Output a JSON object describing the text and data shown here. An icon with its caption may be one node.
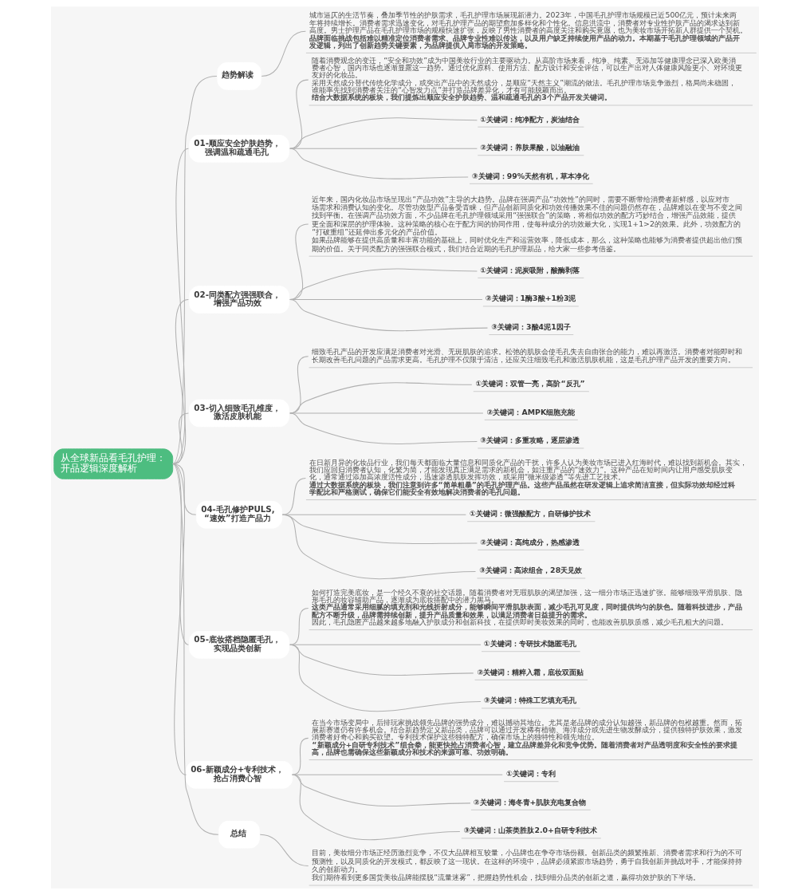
{
  "diagram": {
    "nodes": [
      {
        "text": [
          "从全球新品看毛孔护理：开品逻辑深度解析"
        ]
      },
      {
        "text": [
          "趋势解读"
        ]
      },
      {
        "text": [
          "城市逼仄的生活节奏，叠加季节性的护肤需求，毛孔护理市场展现新潜力。2023年，中国毛孔护理市场规模已近500亿元，预计未来两年将持续增长。消费者需求迅速变化，对毛孔护理产品的期望愈加多样化和个性化。信息洪流中，消费者对专业性护肤产品的渴求达到新高度。男士护理产品在毛孔护理市场的规模快速扩张，反映了男性消费者的高度关注和购买意愿，也为美妆市场开拓新人群提供一个契机。",
          "品牌面临挑战包括难以精准定位消费者需求、品牌专业性难以传达，以及用户缺乏持续使用产品的动力。本期基于毛孔护理领域的产品开发逻辑，列出了创新趋势关键要素，为品牌提供入局市场的开发策略。"
        ]
      },
      {
        "text": [
          "01-顺应安全护肤趋势，强调温和疏通毛孔"
        ]
      },
      {
        "text": [
          "随着消费观念的变迁，“安全和功效”成为中国美妆行业的主要驱动力。从高阶市场来看，纯净、纯素、无添加等健康理念已深入欧美消费者心智，国内市场也逐渐显露这一趋势。通过优化原料、使用方法、配方设计和安全评估，可以生产出对人体健康风险更小、对环境更友好的化妆品。",
          "采用天然成分替代传统化学成分，或突出产品中的天然成分，是顺应“天然主义”潮流的做法。毛孔护理市场竞争激烈，格局尚未稳固，谁能率先找到消费者关注的“心智发力点”并打造品牌差异化，才有可能脱颖而出。",
          "结合大数据系统的板块，我们提炼出顺应安全护肤趋势、温和疏通毛孔的3个产品开发关键词。"
        ]
      },
      {
        "text": [
          "①关键词：纯净配方，炭油结合"
        ]
      },
      {
        "text": [
          "②关键词：养肤果酸，以油融油"
        ]
      },
      {
        "text": [
          "③关键词：99%天然有机，草本净化"
        ]
      },
      {
        "text": [
          "02-同类配方强强联合，增强产品功效"
        ]
      },
      {
        "text": [
          "近年来，国内化妆品市场呈现出“产品功效”主导的大趋势。品牌在强调产品“功效性”的同时，需要不断带给消费者新鲜感，以应对市场需求和消费认知的变化。尽管功效型产品备受青睐，但产品创新同质化和功效传播效果不佳的问题仍然存在，品牌难以在变与不变之间找到平衡。在强调产品功效方面，不少品牌在毛孔护理领域采用“强强联合”的策略，将相似功效的配方巧妙结合，增强产品效能，提供更全面和深层的护理体验。这种策略的核心在于配方间的协同作用，使每种成分的功效最大化，实现1+1>2的效果。此外，功效配方的“打破重组”还延伸出多元化的产品价值。",
          "如果品牌能够在提供高质量和丰富功能的基础上，同时优化生产和运营效率，降低成本，那么，这种策略也能够为消费者提供超出他们预期的价值。关于同类配方的强强联合模式，我们结合近期的毛孔护理新品，给大家一些参考借鉴。"
        ]
      },
      {
        "text": [
          "①关键词：泥炭吸附，酸酶剥落"
        ]
      },
      {
        "text": [
          "②关键词：1酶3酸+1粉3泥"
        ]
      },
      {
        "text": [
          "③关键词：3酸4泥1因子"
        ]
      },
      {
        "text": [
          "03-切入细致毛孔维度，激活皮肤机能"
        ]
      },
      {
        "text": [
          "细致毛孔产品的开发应满足消费者对光滑、无斑肌肤的追求。松弛的肌肤会使毛孔失去自由张合的能力，难以再激活。消费者对能即时和长期改善毛孔问题的产品需求更高。毛孔护理不仅限于清洁，还应关注细致毛孔和激活肌肤机能，这是毛孔护理产品开发的重要方向。"
        ]
      },
      {
        "text": [
          "①关键词：双管一亮，高阶“反孔”"
        ]
      },
      {
        "text": [
          "②关键词：AMPK细胞充能"
        ]
      },
      {
        "text": [
          "③关键词：多重攻略，逐层渗透"
        ]
      },
      {
        "text": [
          "04-毛孔修护PULS,“速效”打造产品力"
        ]
      },
      {
        "text": [
          "在日新月异的化妆品行业，我们每天都面临大量信息和同质化产品的干扰，许多人认为美妆市场已进入红海时代，难以找到新机会。其实，我们应回归消费者认知，化繁为简，才能发现真正满足需求的新机会，如注重产品的“速效力”。这种产品在短时间内让用户感受肌肤变化，通常通过添加高浓度活性成分，迅速渗透肌肤发挥功效，或采用“微米级渗透”等先进工艺技术。",
          "通过大数据系统的板块，我们注意到许多“简单粗暴”的毛孔护理产品。这些产品虽然在研发逻辑上追求简洁直接，但实际功效却经过科学配比和严格测试，确保它们能安全有效地解决消费者的毛孔问题。"
        ]
      },
      {
        "text": [
          "①关键词：微强酸配方，自研修护技术"
        ]
      },
      {
        "text": [
          "②关键词：高纯成分，热感渗透"
        ]
      },
      {
        "text": [
          "③关键词：高浓组合，28天见效"
        ]
      },
      {
        "text": [
          "05-底妆搭档隐匿毛孔，实现品类创新"
        ]
      },
      {
        "text": [
          "如何打造完美底妆，是一个经久不衰的社交话题。随着消费者对无瑕肌肤的渴望加强，这一细分市场正迅速扩张。能够细致平滑肌肤、隐形毛孔的妆容辅助产品，逐渐成为底妆搭配中的潜力黑马。",
          "这类产品通常采用细腻的填充剂和光线折射成分，能够瞬间平滑肌肤表面，减少毛孔可见度，同时提供均匀的肤色。随着科技进步，产品配方不断升级，品牌需持续创新，提升产品质量和效果，以满足消费者日益提升的需求。",
          "因此，毛孔隐匿产品越来越多地融入护肤成分和创新科技，在提供即时美妆效果的同时，也能改善肌肤质感，减少毛孔粗大的问题。"
        ]
      },
      {
        "text": [
          "①关键词：专研技术隐匿毛孔"
        ]
      },
      {
        "text": [
          "②关键词：精粹入霜，底妆双面贴"
        ]
      },
      {
        "text": [
          "③关键词：特殊工艺填充毛孔"
        ]
      },
      {
        "text": [
          "06-新颖成分+专利技术，抢占消费心智"
        ]
      },
      {
        "text": [
          "在当今市场变局中，后排玩家挑战领先品牌的强势成分，难以撼动其地位。尤其是老品牌的成分认知越强，新品牌的包袱越重。然而，拓展新赛道仍有许多机会。结合新趋势定义新品类，品牌可以通过开发稀有植物、海洋成分或先进生物发酵成分，提供独特护肤效果，激发消费者好奇心和购买欲望。专利技术保护这些独特配方，确保市场上的独特性和领先地位。",
          "“新颖成分+自研专利技术”组合拳，能更快抢占消费者心智，建立品牌差异化和竞争优势。随着消费者对产品透明度和安全性的要求提高，品牌也需确保这些新颖成分和技术的来源可靠、功效明确。"
        ]
      },
      {
        "text": [
          "①关键词：专利"
        ]
      },
      {
        "text": [
          "②关键词：海冬青+肌肤充电复合物"
        ]
      },
      {
        "text": [
          "③关键词：山茶类胜肽2.0+自研专利技术"
        ]
      },
      {
        "text": [
          "总结"
        ]
      },
      {
        "text": [
          "目前，美妆细分市场正经历激烈竞争，不仅大品牌相互较量，小品牌也在争夺市场份额。创新品类的频繁推新、消费者需求和行为的不可预测性，以及同质化的开发模式，都反映了这一现状。在这样的环境中，品牌必须紧跟市场趋势，勇于自我创新并挑战对手，才能保持持久的创新动力。",
          "我们期待看到更多国货美妆品牌能摆脱“流量迷雾”，把握趋势性机会，找到细分品类的创新之道，赢得功效护肤的下半场。"
        ]
      }
    ],
    "edges": [
      {
        "from": 0,
        "to": 1,
        "arrow": "none"
      },
      {
        "from": 1,
        "to": 2,
        "arrow": "none"
      },
      {
        "from": 0,
        "to": 3,
        "arrow": "none"
      },
      {
        "from": 3,
        "to": 4,
        "arrow": "none"
      },
      {
        "from": 3,
        "to": 5,
        "arrow": "none"
      },
      {
        "from": 3,
        "to": 6,
        "arrow": "none"
      },
      {
        "from": 3,
        "to": 7,
        "arrow": "none"
      },
      {
        "from": 0,
        "to": 8,
        "arrow": "none"
      },
      {
        "from": 8,
        "to": 9,
        "arrow": "none"
      },
      {
        "from": 8,
        "to": 10,
        "arrow": "none"
      },
      {
        "from": 8,
        "to": 11,
        "arrow": "none"
      },
      {
        "from": 8,
        "to": 12,
        "arrow": "none"
      },
      {
        "from": 0,
        "to": 13,
        "arrow": "none"
      },
      {
        "from": 13,
        "to": 14,
        "arrow": "none"
      },
      {
        "from": 13,
        "to": 15,
        "arrow": "none"
      },
      {
        "from": 13,
        "to": 16,
        "arrow": "none"
      },
      {
        "from": 13,
        "to": 17,
        "arrow": "none"
      },
      {
        "from": 0,
        "to": 18,
        "arrow": "none"
      },
      {
        "from": 18,
        "to": 19,
        "arrow": "none"
      },
      {
        "from": 18,
        "to": 20,
        "arrow": "none"
      },
      {
        "from": 18,
        "to": 21,
        "arrow": "none"
      },
      {
        "from": 18,
        "to": 22,
        "arrow": "none"
      },
      {
        "from": 0,
        "to": 23,
        "arrow": "none"
      },
      {
        "from": 23,
        "to": 24,
        "arrow": "none"
      },
      {
        "from": 23,
        "to": 25,
        "arrow": "none"
      },
      {
        "from": 23,
        "to": 26,
        "arrow": "none"
      },
      {
        "from": 23,
        "to": 27,
        "arrow": "none"
      },
      {
        "from": 0,
        "to": 28,
        "arrow": "none"
      },
      {
        "from": 28,
        "to": 29,
        "arrow": "none"
      },
      {
        "from": 28,
        "to": 30,
        "arrow": "none"
      },
      {
        "from": 28,
        "to": 31,
        "arrow": "none"
      },
      {
        "from": 28,
        "to": 32,
        "arrow": "none"
      },
      {
        "from": 0,
        "to": 33,
        "arrow": "none"
      },
      {
        "from": 33,
        "to": 34,
        "arrow": "none"
      }
    ]
  }
}
